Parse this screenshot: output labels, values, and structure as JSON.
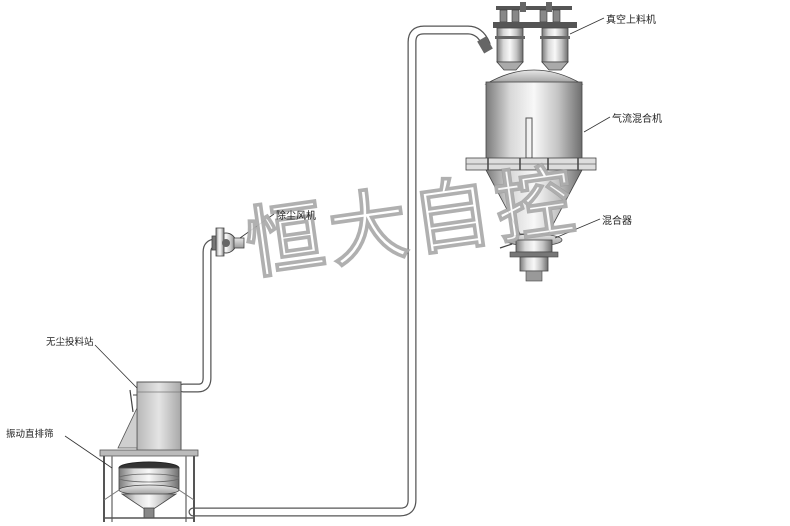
{
  "labels": {
    "vacuum_loader": "真空上料机",
    "airflow_mixer": "气流混合机",
    "mixer": "混合器",
    "dust_fan": "除尘风机",
    "dust_free_station": "无尘投料站",
    "vibrating_screen": "振动直排筛"
  },
  "watermark": "恒大自控",
  "colors": {
    "pipe": "#ffffff",
    "outline": "#555555",
    "steel_dark": "#8d8d8d",
    "steel_light": "#f4f4f4"
  }
}
